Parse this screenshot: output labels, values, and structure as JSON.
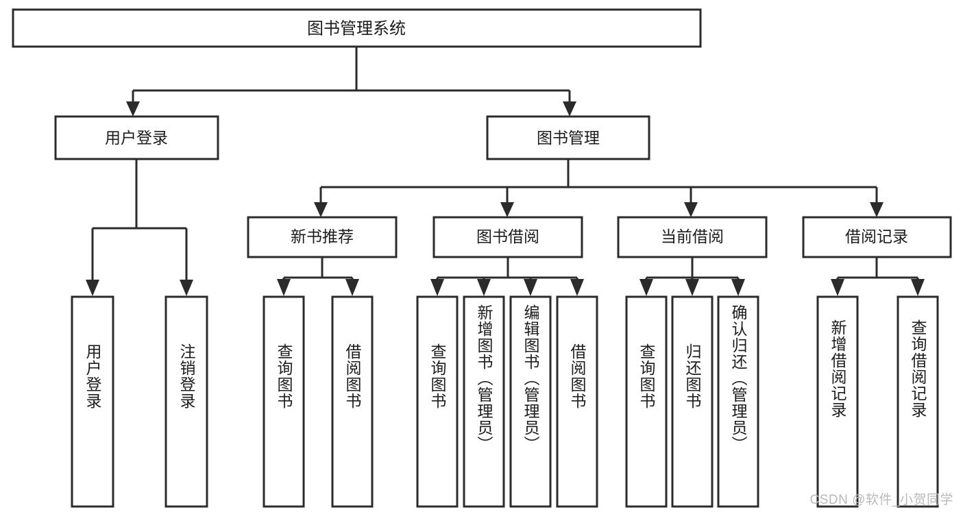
{
  "diagram": {
    "type": "tree-hierarchy",
    "title": "图书管理系统",
    "watermark": "CSDN @软件_小贺同学",
    "colors": {
      "stroke": "#2b2b2b",
      "fill": "#ffffff",
      "text": "#1c1c1c",
      "watermark": "#b9b9b9",
      "background": "#ffffff"
    },
    "levels": {
      "root": {
        "label": "图书管理系统"
      },
      "level2": [
        {
          "label": "用户登录"
        },
        {
          "label": "图书管理"
        }
      ],
      "level3": [
        {
          "label": "新书推荐"
        },
        {
          "label": "图书借阅"
        },
        {
          "label": "当前借阅"
        },
        {
          "label": "借阅记录"
        }
      ]
    },
    "leaves": {
      "user_login": [
        {
          "label": "用户登录"
        },
        {
          "label": "注销登录"
        }
      ],
      "new_book_recommend": [
        {
          "label": "查询图书"
        },
        {
          "label": "借阅图书"
        }
      ],
      "book_borrow": [
        {
          "label": "查询图书"
        },
        {
          "label": "新增图书（管理员）"
        },
        {
          "label": "编辑图书（管理员）"
        },
        {
          "label": "借阅图书"
        }
      ],
      "current_borrow": [
        {
          "label": "查询图书"
        },
        {
          "label": "归还图书"
        },
        {
          "label": "确认归还（管理员）"
        }
      ],
      "borrow_records": [
        {
          "label": "新增借阅记录"
        },
        {
          "label": "查询借阅记录"
        }
      ]
    }
  }
}
